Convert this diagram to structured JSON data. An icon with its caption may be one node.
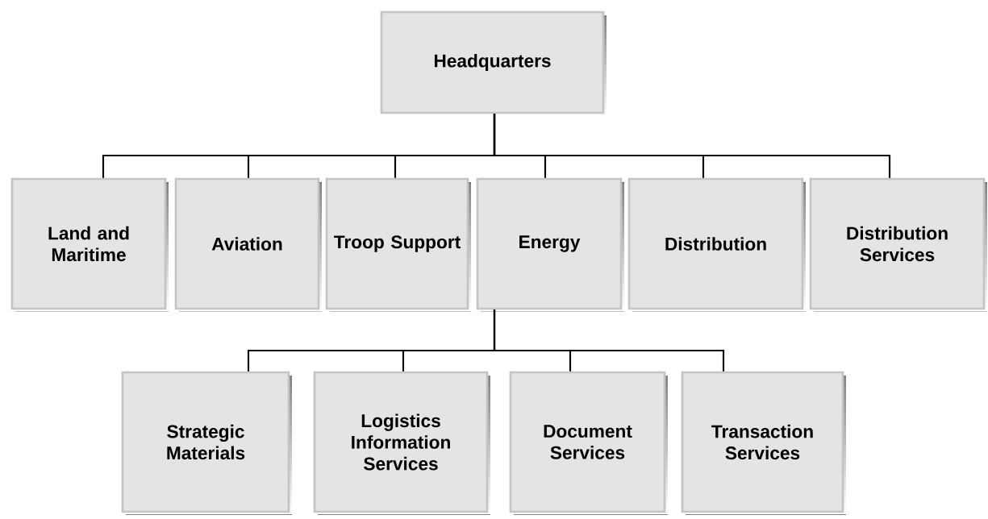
{
  "diagram": {
    "nodes": [
      {
        "text": [
          "Headquarters"
        ]
      },
      {
        "text": [
          "Land and Maritime"
        ]
      },
      {
        "text": [
          "Aviation"
        ]
      },
      {
        "text": [
          "Troop Support"
        ]
      },
      {
        "text": [
          "Energy"
        ]
      },
      {
        "text": [
          "Distribution"
        ]
      },
      {
        "text": [
          "Distribution Services"
        ]
      },
      {
        "text": [
          "Strategic Materials"
        ]
      },
      {
        "text": [
          "Logistics Information Services"
        ]
      },
      {
        "text": [
          "Document Services"
        ]
      },
      {
        "text": [
          "Transaction Services"
        ]
      }
    ],
    "edges": [
      {
        "from": 0,
        "to": 1,
        "arrow": "none"
      },
      {
        "from": 0,
        "to": 2,
        "arrow": "none"
      },
      {
        "from": 0,
        "to": 3,
        "arrow": "none"
      },
      {
        "from": 0,
        "to": 4,
        "arrow": "none"
      },
      {
        "from": 0,
        "to": 5,
        "arrow": "none"
      },
      {
        "from": 0,
        "to": 6,
        "arrow": "none"
      },
      {
        "from": 4,
        "to": 7,
        "arrow": "none"
      },
      {
        "from": 4,
        "to": 8,
        "arrow": "none"
      },
      {
        "from": 4,
        "to": 9,
        "arrow": "none"
      },
      {
        "from": 4,
        "to": 10,
        "arrow": "none"
      }
    ]
  }
}
